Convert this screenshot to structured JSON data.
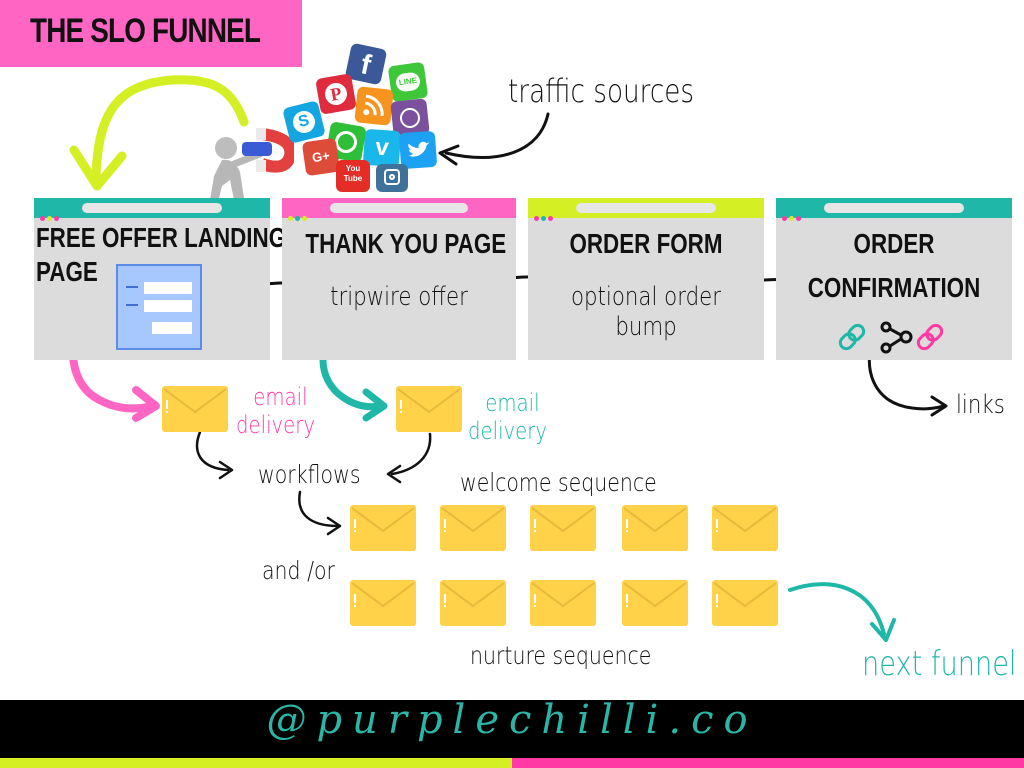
{
  "title": "THE SLO FUNNEL",
  "labels": {
    "traffic_sources": "traffic sources",
    "links": "links",
    "next_funnel": "next funnel",
    "workflows": "workflows",
    "and_or": "and /or",
    "welcome_sequence": "welcome sequence",
    "nurture_sequence": "nurture sequence"
  },
  "pages": [
    {
      "title_line1": "FREE OFFER LANDING",
      "title_line2": "PAGE",
      "sub_line1": "",
      "sub_line2": ""
    },
    {
      "title_line1": "THANK YOU PAGE",
      "title_line2": "",
      "sub_line1": "tripwire offer",
      "sub_line2": ""
    },
    {
      "title_line1": "ORDER FORM",
      "title_line2": "",
      "sub_line1": "optional order",
      "sub_line2": "bump"
    },
    {
      "title_line1": "ORDER",
      "title_line2": "CONFIRMATION",
      "sub_line1": "",
      "sub_line2": ""
    }
  ],
  "email_delivery": [
    {
      "line1": "email",
      "line2": "delivery"
    },
    {
      "line1": "email",
      "line2": "delivery"
    }
  ],
  "social_icons": [
    "facebook",
    "line",
    "pinterest",
    "rss",
    "viber",
    "skype",
    "whatsapp",
    "google-plus",
    "vimeo",
    "twitter",
    "youtube",
    "instagram"
  ],
  "youtube_icon_text": "You Tube",
  "footer": {
    "handle": "@purplechilli.co"
  },
  "colors": {
    "pink": "#ff66c4",
    "magenta": "#ff3aa4",
    "lime": "#d4ef24",
    "teal": "#1fb7a8",
    "envelope": "#ffd24a",
    "page_gray": "#dcdcdc",
    "footer_bg": "#000000"
  }
}
